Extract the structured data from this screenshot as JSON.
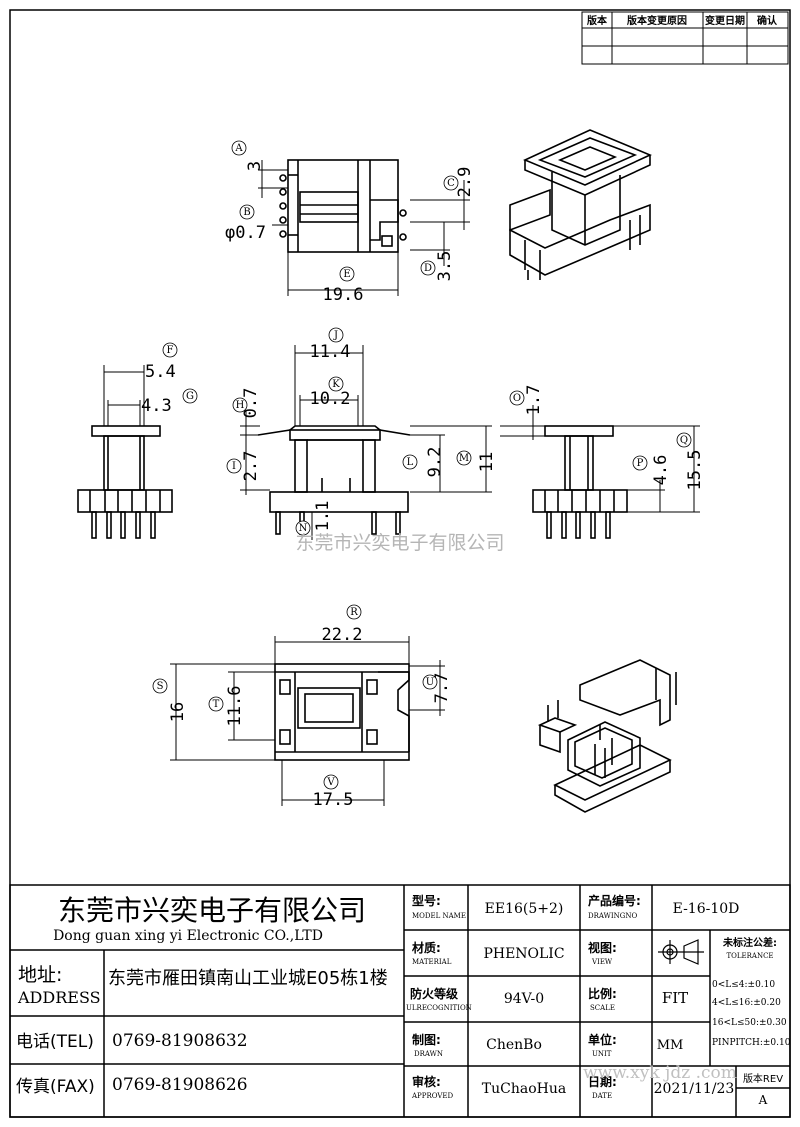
{
  "revision_table": {
    "headers": [
      "版本",
      "版本变更原因",
      "变更日期",
      "确认"
    ]
  },
  "dimensions": {
    "A": "3",
    "B": "φ0.7",
    "C": "2.9",
    "D": "3.5",
    "E": "19.6",
    "F": "5.4",
    "G": "4.3",
    "H": "0.7",
    "I": "2.7",
    "J": "11.4",
    "K": "10.2",
    "L": "9.2",
    "M": "11",
    "N": "1.1",
    "O": "1.7",
    "P": "4.6",
    "Q": "15.5",
    "R": "22.2",
    "S": "16",
    "T": "11.6",
    "U": "7.7",
    "V": "17.5"
  },
  "watermark": "东莞市兴奕电子有限公司",
  "watermark_url": "www.xyk jdz .com",
  "title_block": {
    "company_cn": "东莞市兴奕电子有限公司",
    "company_en": "Dong guan xing yi Electronic CO.,LTD",
    "address_label_cn": "地址:",
    "address_label_en": "ADDRESS",
    "address": "东莞市雁田镇南山工业城E05栋1楼",
    "tel_label": "电话(TEL)",
    "tel": "0769-81908632",
    "fax_label": "传真(FAX)",
    "fax": "0769-81908626",
    "model_label": "型号:",
    "model_label_en": "MODEL NAME",
    "model": "EE16(5+2)",
    "product_no_label": "产品编号:",
    "product_no_label_en": "DRAWINGNO",
    "product_no": "E-16-10D",
    "material_label": "材质:",
    "material_label_en": "MATERIAL",
    "material": "PHENOLIC",
    "view_label": "视图:",
    "view_label_en": "VIEW",
    "flame_label": "防火等级",
    "flame_label_en": "ULRECOGNITION",
    "flame": "94V-0",
    "scale_label": "比例:",
    "scale_label_en": "SCALE",
    "scale": "FIT",
    "drawn_label": "制图:",
    "drawn_label_en": "DRAWN",
    "drawn": "ChenBo",
    "unit_label": "单位:",
    "unit_label_en": "UNIT",
    "unit": "MM",
    "approved_label": "审核:",
    "approved_label_en": "APPROVED",
    "approved": "TuChaoHua",
    "date_label": "日期:",
    "date_label_en": "DATE",
    "date": "2021/11/23",
    "rev_label": "版本REV",
    "rev": "A",
    "tolerance_title": "未标注公差:",
    "tolerance_title_en": "TOLERANCE",
    "tolerance_rows": [
      "0<L≤4:±0.10",
      "4<L≤16:±0.20",
      "16<L≤50:±0.30",
      "PINPITCH:±0.10"
    ]
  }
}
